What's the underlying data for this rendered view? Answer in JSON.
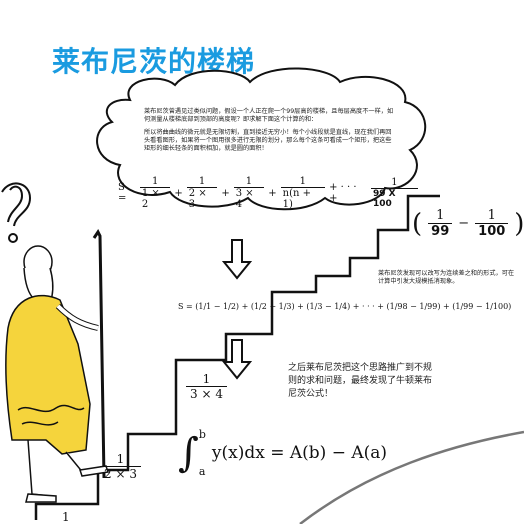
{
  "title": "莱布尼茨的楼梯",
  "cloud": {
    "paragraph_1": "莱布尼茨曾遇见过类似问题，假设一个人正在爬一个99层高的楼梯，且每层高度不一样，如何测量从楼梯底部到顶部的高度呢？即求解下面这个计算的和：",
    "paragraph_2": "所以将曲曲线的微元就是无限切割，直到接近无穷小！每个小线段就是直线，现在我们再回头看看图形，如果将一个图用很多进行无限的划分，那么每个这条可看成一个矩形，把这些矩形的细长轻条的面积相加，就是圆的面积！"
  },
  "formula_1": {
    "lhs": "S =",
    "t1_den": "1 × 2",
    "t2_den": "2 × 3",
    "t3_den": "3 × 4",
    "tn_den": "n(n + 1)",
    "last_den": "99 X 100",
    "plus": "+",
    "dots": "+ · · · +"
  },
  "step_top": {
    "a": "1",
    "a_den": "99",
    "b": "1",
    "b_den": "100",
    "minus": "−"
  },
  "note_right": "莱布尼茨发现可以改写为连续差之和的形式，可在计算中引发大规模抵消现象。",
  "formula_2": "S = (1/1 − 1/2) + (1/2 − 1/3) + (1/3 − 1/4) + · · · + (1/98 − 1/99) + (1/99 − 1/100)",
  "note_mid": "之后莱布尼茨把这个思路推广到不规则的求和问题，最终发现了牛顿莱布尼茨公式！",
  "step_fractions": [
    {
      "num": "1",
      "den": "3 × 4"
    },
    {
      "num": "1",
      "den": "2 × 3"
    },
    {
      "num": "1",
      "den": ""
    }
  ],
  "integral": {
    "lower": "a",
    "upper": "b",
    "body": "y(x)dx = A(b) − A(a)"
  },
  "colors": {
    "title": "#1a9be0",
    "robe": "#f5d43c",
    "ink": "#111111"
  }
}
